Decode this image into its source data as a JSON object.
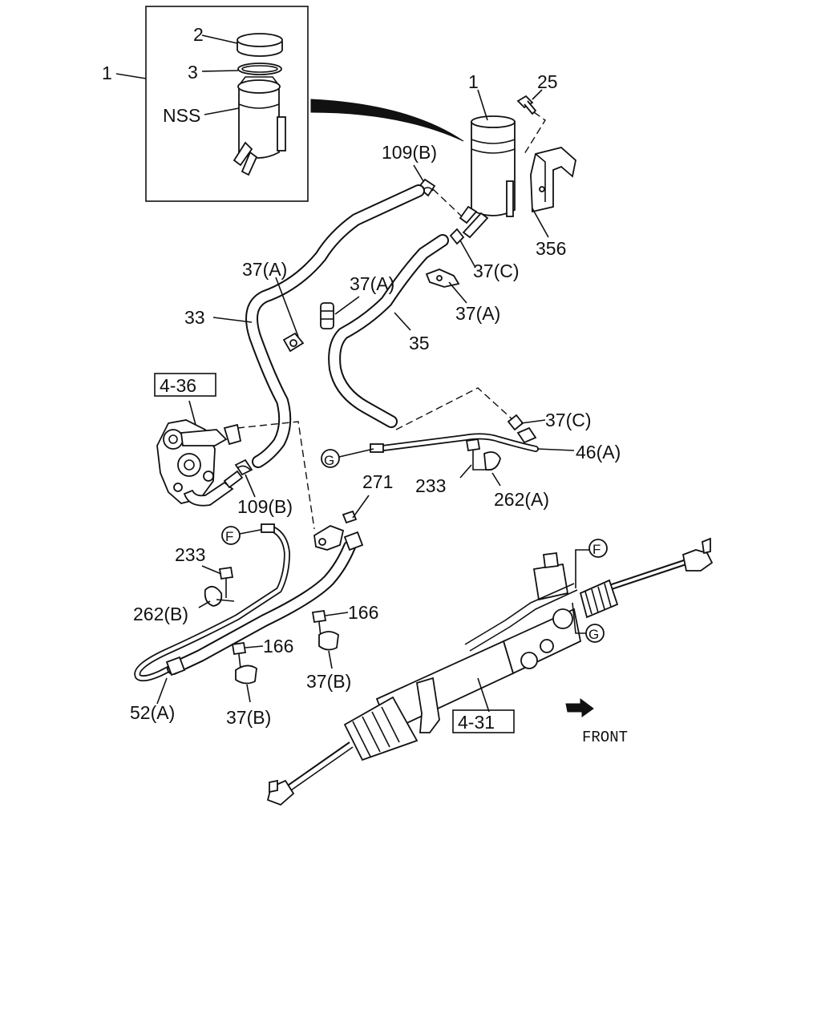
{
  "labels": {
    "l1_inset": "1",
    "l2": "2",
    "l3": "3",
    "nss": "NSS",
    "l1_tank": "1",
    "l25": "25",
    "l109b_top": "109(B)",
    "l356": "356",
    "l37c_top": "37(C)",
    "l37a_1": "37(A)",
    "l37a_2": "37(A)",
    "l37a_3": "37(A)",
    "l33": "33",
    "l35": "35",
    "ref436": "4-36",
    "l37c_mid": "37(C)",
    "l46a": "46(A)",
    "g_top": "G",
    "l233_right": "233",
    "l262a": "262(A)",
    "l109b_pump": "109(B)",
    "l271": "271",
    "f_left": "F",
    "l233_left": "233",
    "l262b": "262(B)",
    "l166_right": "166",
    "l166_left": "166",
    "l37b_right": "37(B)",
    "l37b_left": "37(B)",
    "l52a": "52(A)",
    "f_right": "F",
    "g_right": "G",
    "ref431": "4-31",
    "front": "FRONT"
  }
}
